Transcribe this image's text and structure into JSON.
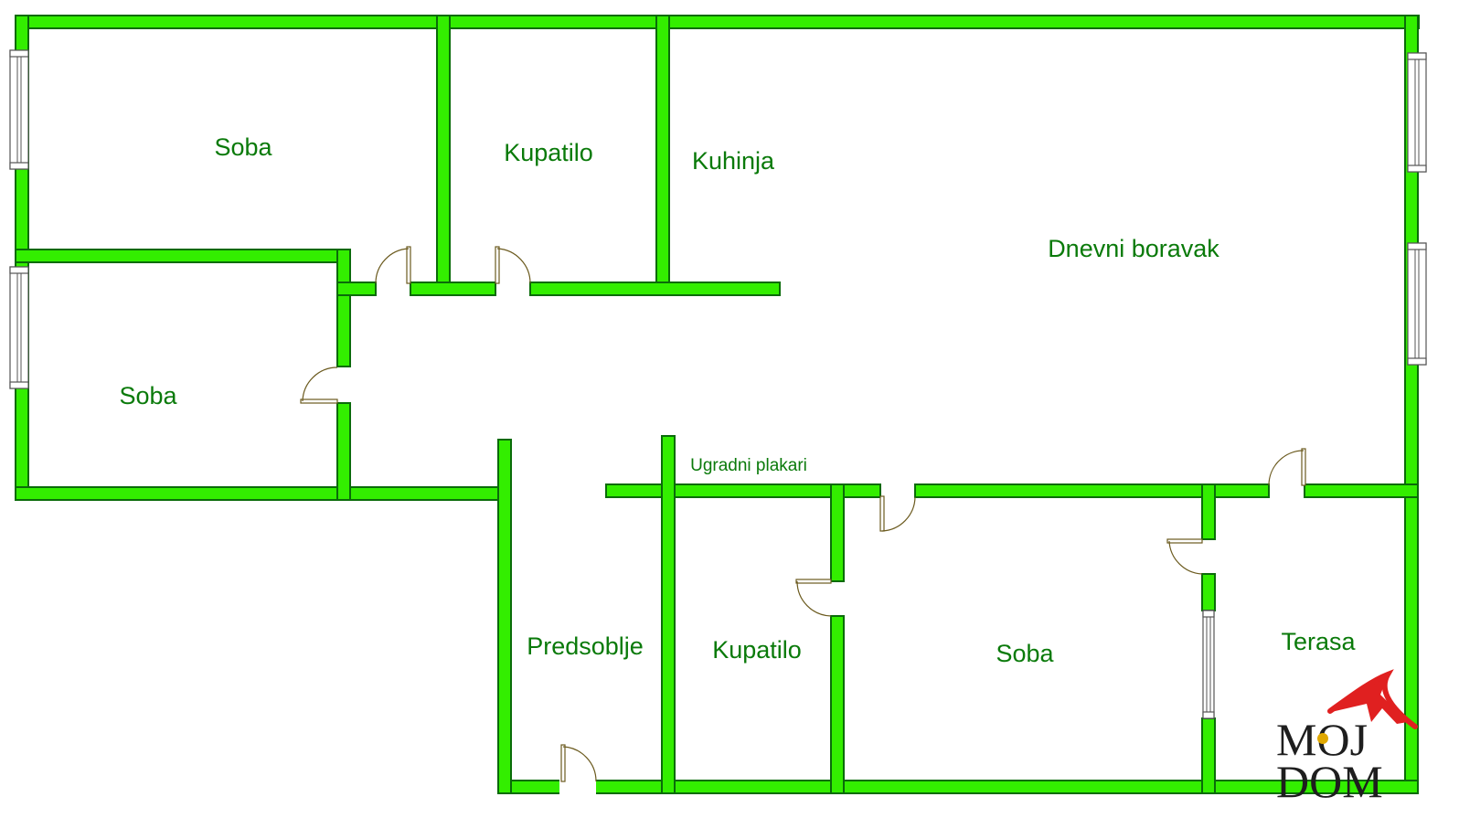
{
  "plan": {
    "rooms": [
      {
        "id": "soba-1",
        "label": "Soba",
        "size": 27
      },
      {
        "id": "kupatilo-1",
        "label": "Kupatilo",
        "size": 27
      },
      {
        "id": "kuhinja",
        "label": "Kuhinja",
        "size": 27
      },
      {
        "id": "dnevni-boravak",
        "label": "Dnevni boravak",
        "size": 27
      },
      {
        "id": "soba-2",
        "label": "Soba",
        "size": 27
      },
      {
        "id": "ugradni-plakari",
        "label": "Ugradni plakari",
        "size": 19
      },
      {
        "id": "predsoblje",
        "label": "Predsoblje",
        "size": 27
      },
      {
        "id": "kupatilo-2",
        "label": "Kupatilo",
        "size": 27
      },
      {
        "id": "soba-3",
        "label": "Soba",
        "size": 27
      },
      {
        "id": "terasa",
        "label": "Terasa",
        "size": 27
      }
    ],
    "colors": {
      "wall_fill": "#33ee00",
      "wall_edge": "#0a6b0a",
      "label": "#0a7a0a",
      "door": "#6b5a1e"
    }
  },
  "logo": {
    "line1": "MOJ",
    "line2": "DOM",
    "roof_color": "#e02020",
    "dot_color": "#e0a800"
  }
}
